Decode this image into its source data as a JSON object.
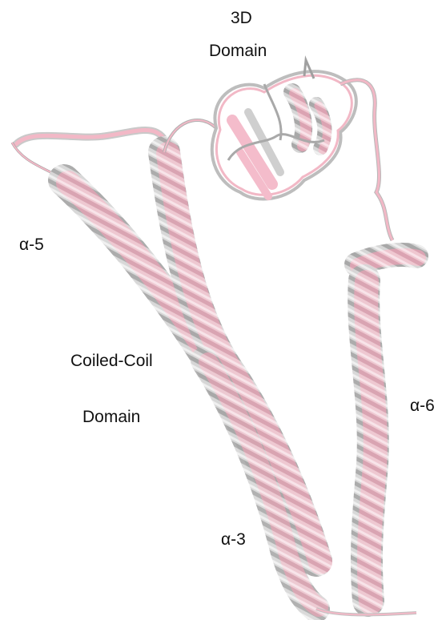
{
  "labels": {
    "domain_3d_line1": "3D",
    "domain_3d_line2": "Domain",
    "alpha_5": "α-5",
    "coiled_coil_line1": "Coiled-Coil",
    "coiled_coil_line2": "Domain",
    "alpha_6": "α-6",
    "alpha_3": "α-3"
  },
  "colors": {
    "structure_a": "#f2b8c6",
    "structure_b": "#c9c9c9",
    "outline": "#8a8a8a",
    "text": "#111111"
  }
}
